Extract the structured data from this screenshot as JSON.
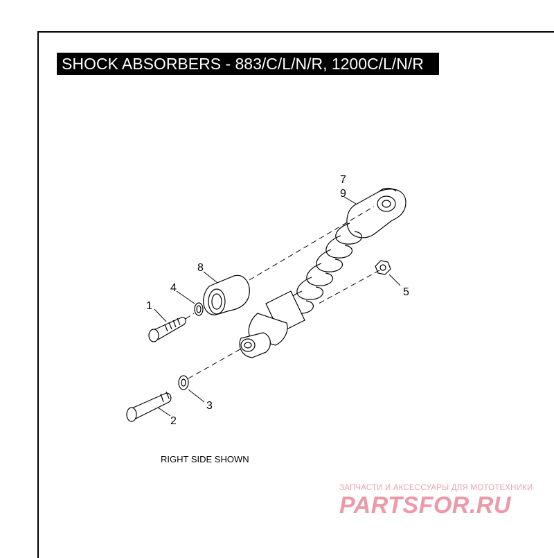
{
  "title": "SHOCK ABSORBERS - 883/C/L/N/R, 1200C/L/N/R",
  "note": "RIGHT SIDE SHOWN",
  "callouts": [
    "1",
    "2",
    "3",
    "4",
    "5",
    "7",
    "8",
    "9"
  ],
  "watermark": {
    "tagline": "ЗАПЧАСТИ И АКСЕССУАРЫ ДЛЯ МОТОТЕХНИКИ",
    "logo": "PARTSFOR.RU"
  },
  "colors": {
    "title_bg": "#000000",
    "title_fg": "#ffffff",
    "watermark": "#ec9aa8"
  }
}
